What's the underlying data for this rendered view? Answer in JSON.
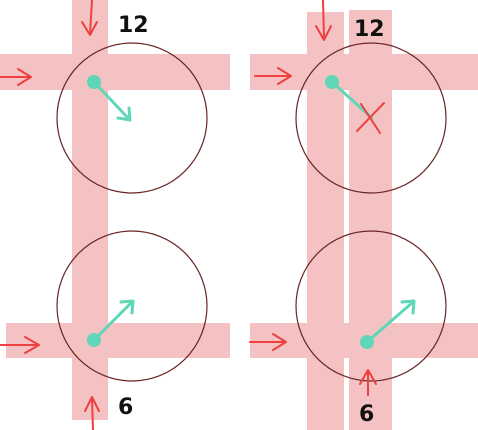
{
  "colors": {
    "road": "#f4c2c2",
    "arrow": "#ee4040",
    "circle": "#6b2424",
    "vector": "#5fd6b8",
    "cross": "#ee4040"
  },
  "left_panel": {
    "label_top": "12",
    "label_bottom": "6"
  },
  "right_panel": {
    "label_top": "12",
    "label_bottom": "6"
  }
}
